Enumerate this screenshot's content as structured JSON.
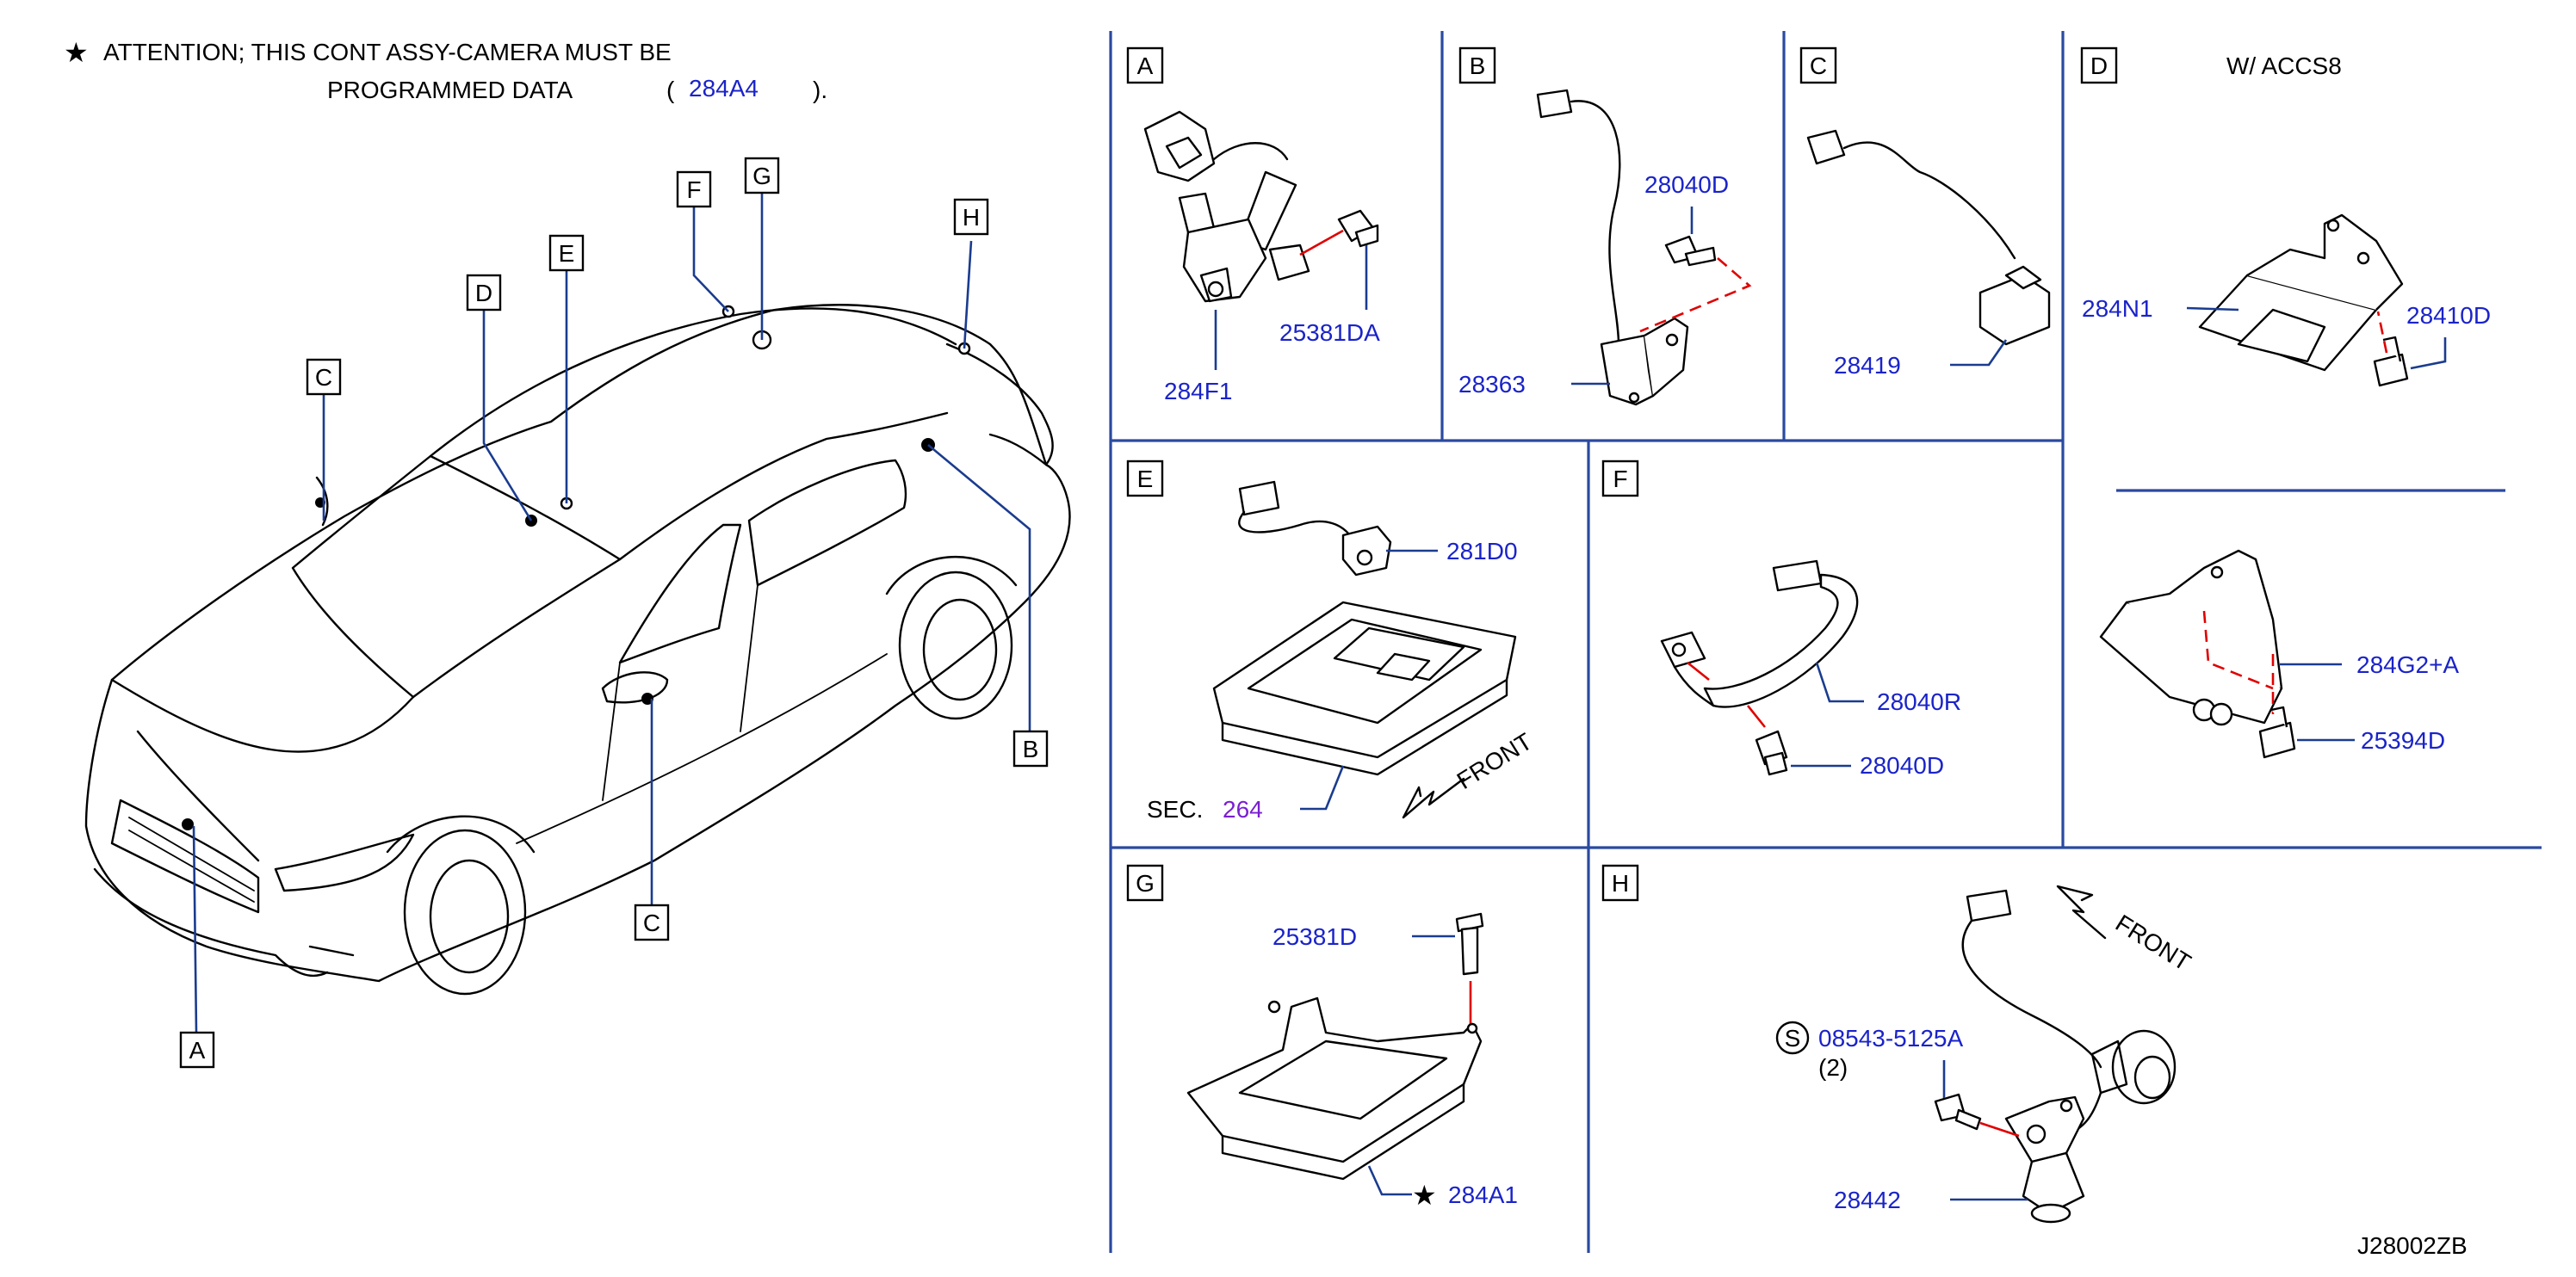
{
  "attention": {
    "star": "★",
    "line1": "ATTENTION;  THIS  CONT  ASSY-CAMERA  MUST  BE",
    "line2_prefix": "PROGRAMMED  DATA",
    "line2_open": "(",
    "part": "284A4",
    "line2_close": ")."
  },
  "car_callouts": {
    "A": "A",
    "B": "B",
    "C_left": "C",
    "C_bottom": "C",
    "D": "D",
    "E": "E",
    "F": "F",
    "G": "G",
    "H": "H"
  },
  "panels": {
    "A": {
      "label": "A",
      "parts": [
        "284F1",
        "25381DA"
      ]
    },
    "B": {
      "label": "B",
      "parts": [
        "28040D",
        "28363"
      ]
    },
    "C": {
      "label": "C",
      "parts": [
        "28419"
      ]
    },
    "D": {
      "label": "D",
      "header": "W/  ACCS8",
      "parts": [
        "284N1",
        "28410D",
        "284G2+A",
        "25394D"
      ]
    },
    "E": {
      "label": "E",
      "parts": [
        "281D0"
      ],
      "sec_label": "SEC.",
      "sec_value": "264",
      "front": "FRONT"
    },
    "F": {
      "label": "F",
      "parts": [
        "28040R",
        "28040D"
      ]
    },
    "G": {
      "label": "G",
      "parts": [
        "25381D",
        "284A1"
      ],
      "star": "★"
    },
    "H": {
      "label": "H",
      "parts": [
        "08543-5125A",
        "28442"
      ],
      "s_mark": "S",
      "qty": "(2)",
      "front": "FRONT"
    }
  },
  "diagram_id": "J28002ZB",
  "colors": {
    "part_number": "#1a23c9",
    "leader": "#1a3c8f",
    "link": "#e00000",
    "section_ref": "#7a1fd1"
  }
}
